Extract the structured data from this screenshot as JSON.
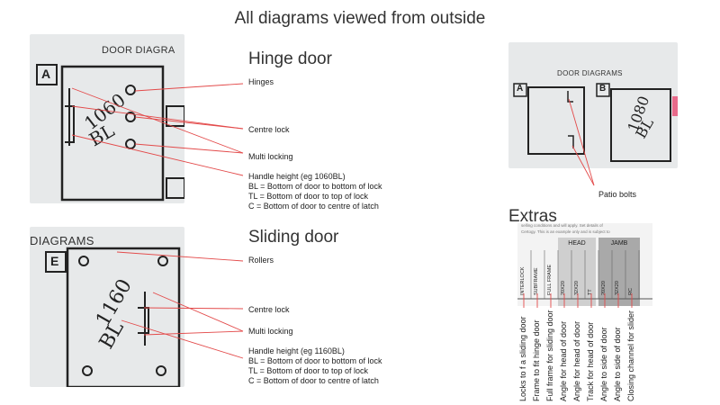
{
  "title": "All diagrams viewed from outside",
  "hinge": {
    "photo_header": "DOOR DIAGRA",
    "photo_box_letter": "A",
    "photo_handwriting": [
      "1060",
      "BL"
    ],
    "heading": "Hinge door",
    "labels": {
      "hinges": "Hinges",
      "centre_lock": "Centre lock",
      "multi_locking": "Multi locking",
      "handle_height": [
        "Handle height (eg 1060BL)",
        "BL = Bottom of door to bottom of lock",
        "TL = Bottom of door to top of lock",
        "C = Bottom of door to centre of latch"
      ]
    }
  },
  "sliding": {
    "photo_header": "DIAGRAMS",
    "photo_box_letter": "E",
    "photo_handwriting": [
      "1160",
      "BL"
    ],
    "heading": "Sliding door",
    "labels": {
      "rollers": "Rollers",
      "centre_lock": "Centre lock",
      "multi_locking": "Multi locking",
      "handle_height": [
        "Handle height (eg 1160BL)",
        "BL = Bottom of door to bottom of lock",
        "TL = Bottom of door to top of lock",
        "C = Bottom of door to centre of latch"
      ]
    }
  },
  "patio": {
    "photo_header": "DOOR DIAGRAMS",
    "box_letters": [
      "A",
      "B"
    ],
    "handwriting": [
      "1080",
      "BL"
    ],
    "label": "Patio bolts"
  },
  "extras": {
    "heading": "Extras",
    "fine_print": [
      "selling conditions and will apply. Set details of",
      "Certogy. This is an example only and is subject to"
    ],
    "group_headers": [
      "HEAD",
      "JAMB"
    ],
    "columns": [
      "INTERLOCK",
      "SUBFRAME",
      "FULL FRAME",
      "20X20",
      "32X20",
      "TT",
      "20X20",
      "32X20",
      "RC"
    ],
    "descriptions": [
      "Locks to f a sliding door",
      "Frame to fit hinge door",
      "Full frame for sliding door",
      "Angle for head of door",
      "Angle for head of door",
      "Track for head of door",
      "Angle to side of door",
      "Angle to side of door",
      "Closing channel for slider"
    ]
  },
  "colors": {
    "leader_line": "#e34a4a",
    "heading_text": "#333333",
    "photo_bg": "#e7e9ea"
  }
}
